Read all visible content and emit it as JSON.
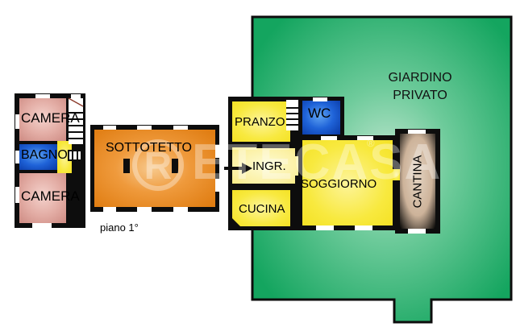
{
  "document": {
    "type": "real-estate-floor-plan",
    "language": "it"
  },
  "watermark": {
    "text": "RETECASA",
    "registered_mark": "®",
    "logo_letter": "R"
  },
  "notes": {
    "first_floor": "piano 1°"
  },
  "units": {
    "left_building": {
      "name": "piano 1°",
      "rooms": [
        {
          "id": "camera-top",
          "label": "CAMERA",
          "color": "#d99b94"
        },
        {
          "id": "bagno",
          "label": "BAGNO",
          "color": "#1f5fd0"
        },
        {
          "id": "camera-bottom",
          "label": "CAMERA",
          "color": "#d99b94"
        },
        {
          "id": "sottotetto",
          "label": "SOTTOTETTO",
          "color": "#e8821e"
        }
      ]
    },
    "right_building": {
      "rooms": [
        {
          "id": "pranzo",
          "label": "PRANZO",
          "color": "#f5e63c"
        },
        {
          "id": "wc",
          "label": "WC",
          "color": "#1f5fd0"
        },
        {
          "id": "ingresso",
          "label": "INGR.",
          "color": "#f7eb6a"
        },
        {
          "id": "cucina",
          "label": "CUCINA",
          "color": "#f5e63c"
        },
        {
          "id": "soggiorno",
          "label": "SOGGIORNO",
          "color": "#f5e63c"
        },
        {
          "id": "cantina",
          "label": "CANTINA",
          "color": "#c3a88f"
        }
      ]
    },
    "outdoor": {
      "rooms": [
        {
          "id": "giardino",
          "label_line1": "GIARDINO",
          "label_line2": "PRIVATO",
          "color": "#2fbf78"
        }
      ]
    }
  },
  "colors": {
    "wall": "#000000",
    "bedroom": "#d99b94",
    "bathroom": "#1f5fd0",
    "attic": "#e8821e",
    "living": "#f5e63c",
    "entrance": "#f7eb6a",
    "cellar": "#c3a88f",
    "garden": "#2fbf78",
    "window": "#ffffff",
    "background": "#ffffff"
  },
  "icons": {
    "entrance_arrow": "entrance-arrow-icon",
    "stairs_left": "stairs-icon",
    "stairs_right": "stairs-icon"
  }
}
